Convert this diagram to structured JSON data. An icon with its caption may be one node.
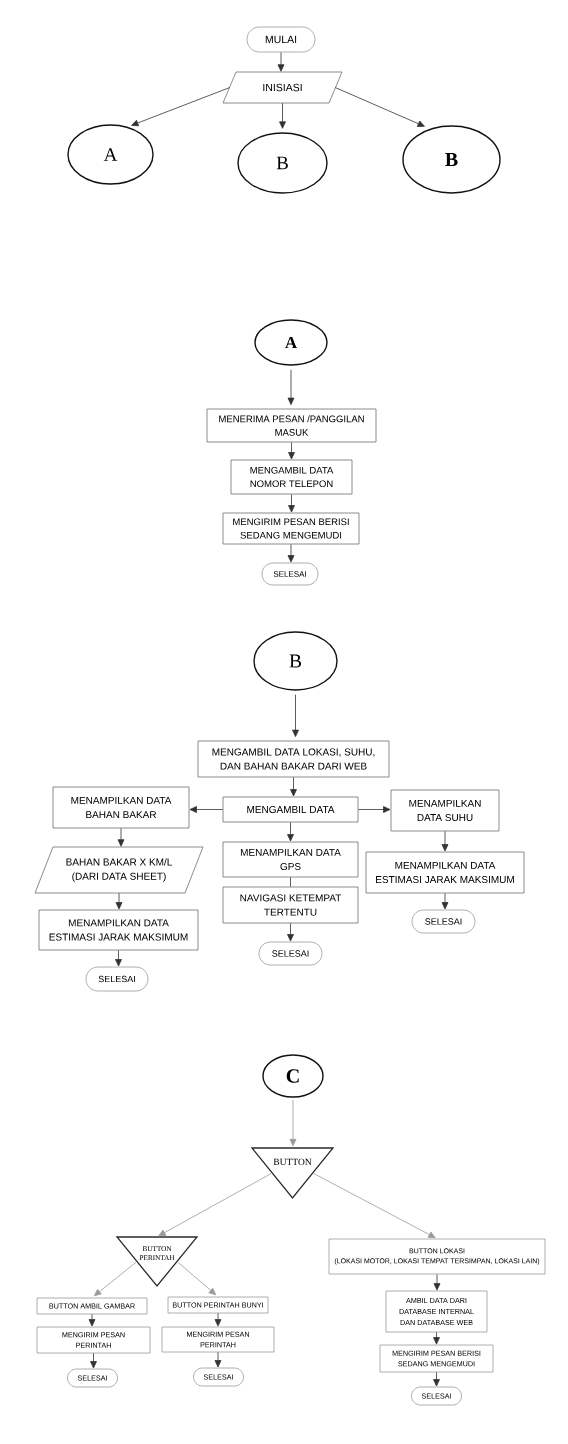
{
  "diagram": {
    "nodes": [
      {
        "text": [
          "MULAI"
        ]
      },
      {
        "text": [
          "INISIASI"
        ]
      },
      {
        "text": [
          "A"
        ]
      },
      {
        "text": [
          "B"
        ]
      },
      {
        "text": [
          "B"
        ]
      },
      {
        "text": [
          "A"
        ]
      },
      {
        "text": [
          "MENERIMA PESAN /PANGGILAN MASUK"
        ]
      },
      {
        "text": [
          "MENGAMBIL DATA NOMOR TELEPON"
        ]
      },
      {
        "text": [
          "MENGIRIM PESAN BERISI SEDANG MENGEMUDI"
        ]
      },
      {
        "text": [
          "SELESAI"
        ]
      },
      {
        "text": [
          "B"
        ]
      },
      {
        "text": [
          "MENGAMBIL DATA LOKASI, SUHU, DAN BAHAN BAKAR DARI WEB"
        ]
      },
      {
        "text": [
          "MENAMPILKAN DATA BAHAN BAKAR"
        ]
      },
      {
        "text": [
          "MENGAMBIL DATA"
        ]
      },
      {
        "text": [
          "MENAMPILKAN DATA SUHU"
        ]
      },
      {
        "text": [
          "BAHAN BAKAR X KM/L (DARI DATA SHEET)"
        ]
      },
      {
        "text": [
          "MENAMPILKAN DATA GPS"
        ]
      },
      {
        "text": [
          "MENAMPILKAN DATA ESTIMASI JARAK MAKSIMUM"
        ]
      },
      {
        "text": [
          "MENAMPILKAN DATA ESTIMASI JARAK MAKSIMUM"
        ]
      },
      {
        "text": [
          "NAVIGASI KETEMPAT TERTENTU"
        ]
      },
      {
        "text": [
          "SELESAI"
        ]
      },
      {
        "text": [
          "SELESAI"
        ]
      },
      {
        "text": [
          "SELESAI"
        ]
      },
      {
        "text": [
          "C"
        ]
      },
      {
        "text": [
          "BUTTON"
        ]
      },
      {
        "text": [
          "BUTTON PERINTAH"
        ]
      },
      {
        "text": [
          "BUTTON LOKASI",
          "(LOKASI MOTOR, LOKASI TEMPAT TERSIMPAN, LOKASI LAIN)"
        ]
      },
      {
        "text": [
          "BUTTON AMBIL GAMBAR"
        ]
      },
      {
        "text": [
          "BUTTON PERINTAH BUNYI"
        ]
      },
      {
        "text": [
          "AMBIL DATA DARI DATABASE INTERNAL DAN DATABASE WEB"
        ]
      },
      {
        "text": [
          "MENGIRIM PESAN PERINTAH"
        ]
      },
      {
        "text": [
          "MENGIRIM PESAN PERINTAH"
        ]
      },
      {
        "text": [
          "MENGIRIM PESAN BERISI SEDANG MENGEMUDI"
        ]
      },
      {
        "text": [
          "SELESAI"
        ]
      },
      {
        "text": [
          "SELESAI"
        ]
      },
      {
        "text": [
          "SELESAI"
        ]
      }
    ],
    "edges": [
      {
        "from": 0,
        "to": 1,
        "arrow": "to"
      },
      {
        "from": 1,
        "to": 2,
        "arrow": "to"
      },
      {
        "from": 1,
        "to": 3,
        "arrow": "to"
      },
      {
        "from": 1,
        "to": 4,
        "arrow": "to"
      },
      {
        "from": 5,
        "to": 6,
        "arrow": "to"
      },
      {
        "from": 6,
        "to": 7,
        "arrow": "to"
      },
      {
        "from": 7,
        "to": 8,
        "arrow": "to"
      },
      {
        "from": 8,
        "to": 9,
        "arrow": "to"
      },
      {
        "from": 10,
        "to": 11,
        "arrow": "to"
      },
      {
        "from": 11,
        "to": 13,
        "arrow": "to"
      },
      {
        "from": 13,
        "to": 12,
        "arrow": "to"
      },
      {
        "from": 13,
        "to": 14,
        "arrow": "to"
      },
      {
        "from": 13,
        "to": 16,
        "arrow": "to"
      },
      {
        "from": 12,
        "to": 15,
        "arrow": "to"
      },
      {
        "from": 15,
        "to": 18,
        "arrow": "to"
      },
      {
        "from": 18,
        "to": 21,
        "arrow": "to"
      },
      {
        "from": 16,
        "to": 19,
        "arrow": "none"
      },
      {
        "from": 19,
        "to": 22,
        "arrow": "to"
      },
      {
        "from": 14,
        "to": 17,
        "arrow": "to"
      },
      {
        "from": 17,
        "to": 20,
        "arrow": "to"
      },
      {
        "from": 23,
        "to": 24,
        "arrow": "to",
        "color": "#9a9a9a"
      },
      {
        "from": 24,
        "to": 25,
        "arrow": "to",
        "color": "#9a9a9a"
      },
      {
        "from": 24,
        "to": 26,
        "arrow": "to",
        "color": "#9a9a9a"
      },
      {
        "from": 25,
        "to": 27,
        "arrow": "to",
        "color": "#9a9a9a"
      },
      {
        "from": 25,
        "to": 28,
        "arrow": "to",
        "color": "#9a9a9a"
      },
      {
        "from": 27,
        "to": 30,
        "arrow": "to"
      },
      {
        "from": 28,
        "to": 31,
        "arrow": "to"
      },
      {
        "from": 30,
        "to": 33,
        "arrow": "to"
      },
      {
        "from": 31,
        "to": 34,
        "arrow": "to"
      },
      {
        "from": 26,
        "to": 29,
        "arrow": "to"
      },
      {
        "from": 29,
        "to": 32,
        "arrow": "to"
      },
      {
        "from": 32,
        "to": 35,
        "arrow": "to"
      }
    ]
  }
}
